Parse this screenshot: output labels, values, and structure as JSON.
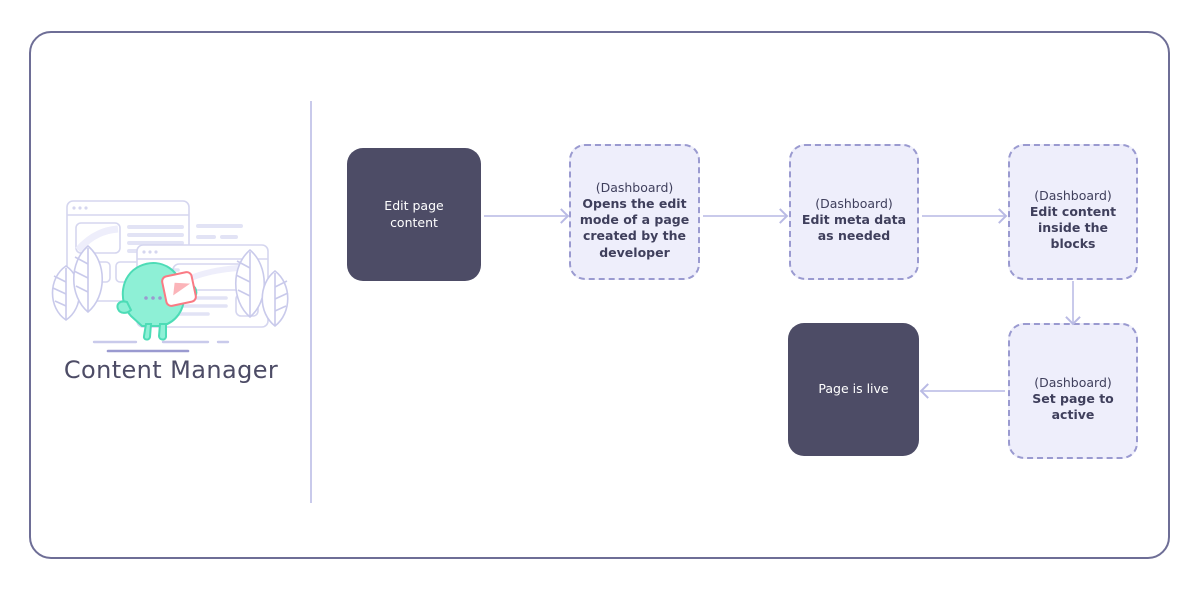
{
  "card": {
    "border_color": "#6e6e96",
    "divider_color": "#c9caeb"
  },
  "left_panel": {
    "title": "Content Manager",
    "illustration": {
      "name": "content-manager-illustration",
      "description": "Mint-green mascot holding a pink card in front of two browser window mockups, flanked by leaf-shaped trees",
      "mascot_color": "#7eead2",
      "card_color": "#fa7a84",
      "window_color": "#c9caeb",
      "tree_color": "#c9caeb"
    }
  },
  "flow": {
    "colors": {
      "solid_fill": "#4d4c66",
      "solid_text": "#ffffff",
      "dashed_fill": "#eeeefb",
      "dashed_border": "#9a9ad0",
      "dashed_text": "#3f3f5c",
      "arrow": "#c9caeb"
    },
    "nodes": [
      {
        "id": "edit-page-content",
        "type": "solid",
        "label": "Edit page\ncontent"
      },
      {
        "id": "opens-edit-mode",
        "type": "dashed",
        "sub_label": "(Dashboard)",
        "label": "Opens the edit\nmode of a page\ncreated by the\ndeveloper"
      },
      {
        "id": "edit-meta-data",
        "type": "dashed",
        "sub_label": "(Dashboard)",
        "label": "Edit meta data\nas needed"
      },
      {
        "id": "edit-content-blocks",
        "type": "dashed",
        "sub_label": "(Dashboard)",
        "label": "Edit content\ninside the\nblocks"
      },
      {
        "id": "set-page-active",
        "type": "dashed",
        "sub_label": "(Dashboard)",
        "label": "Set page to\nactive"
      },
      {
        "id": "page-is-live",
        "type": "solid",
        "label": "Page is live"
      }
    ],
    "arrows": [
      {
        "id": "arrow-1",
        "from": "edit-page-content",
        "to": "opens-edit-mode",
        "direction": "right"
      },
      {
        "id": "arrow-2",
        "from": "opens-edit-mode",
        "to": "edit-meta-data",
        "direction": "right"
      },
      {
        "id": "arrow-3",
        "from": "edit-meta-data",
        "to": "edit-content-blocks",
        "direction": "right"
      },
      {
        "id": "arrow-4",
        "from": "edit-content-blocks",
        "to": "set-page-active",
        "direction": "down"
      },
      {
        "id": "arrow-5",
        "from": "set-page-active",
        "to": "page-is-live",
        "direction": "left"
      }
    ]
  }
}
